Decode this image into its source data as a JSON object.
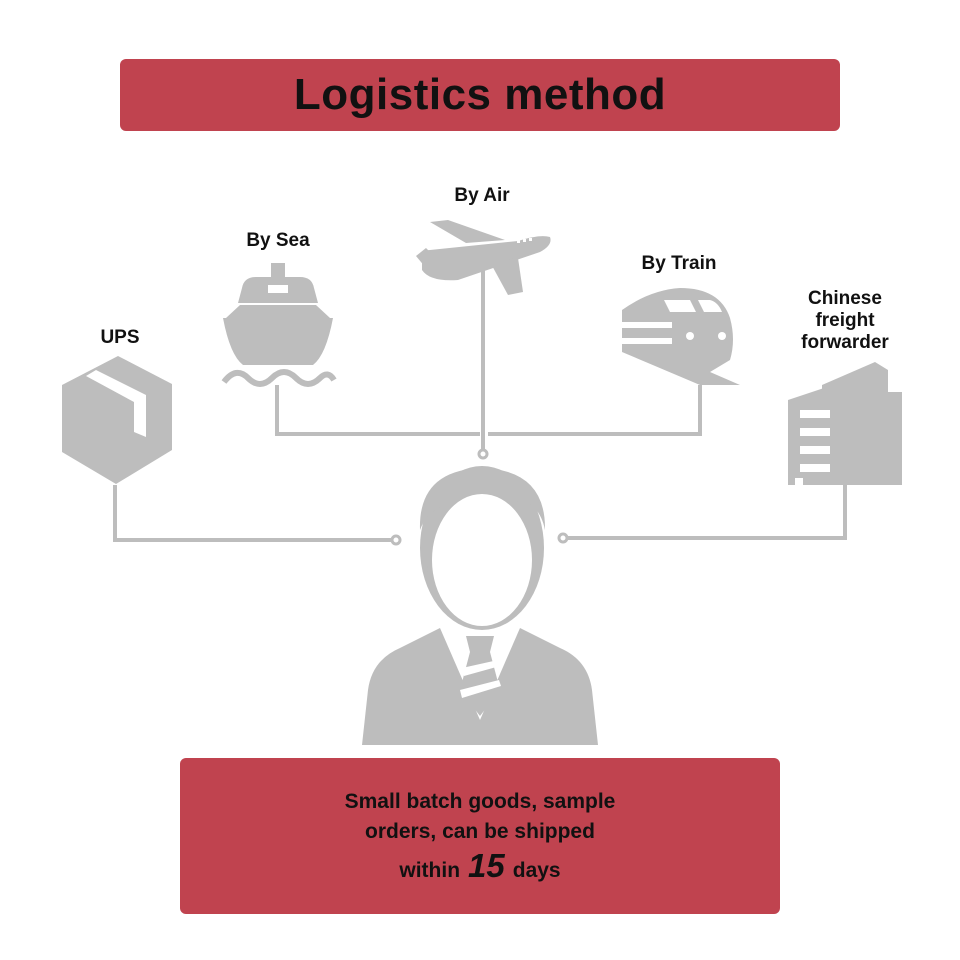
{
  "title": "Logistics method",
  "methods": {
    "ups": "UPS",
    "sea": "By Sea",
    "air": "By Air",
    "train": "By Train",
    "forwarder_line1": "Chinese",
    "forwarder_line2": "freight",
    "forwarder_line3": "forwarder"
  },
  "note": {
    "line1": "Small batch goods, sample",
    "line2": "orders, can be shipped",
    "line3_prefix": "within",
    "days_number": "15",
    "line3_suffix": "days"
  },
  "colors": {
    "banner": "#c0434f",
    "icon_gray": "#bdbdbd",
    "text": "#111111"
  },
  "icons": [
    "package-icon",
    "ship-icon",
    "airplane-icon",
    "train-icon",
    "building-icon",
    "businessman-icon"
  ]
}
